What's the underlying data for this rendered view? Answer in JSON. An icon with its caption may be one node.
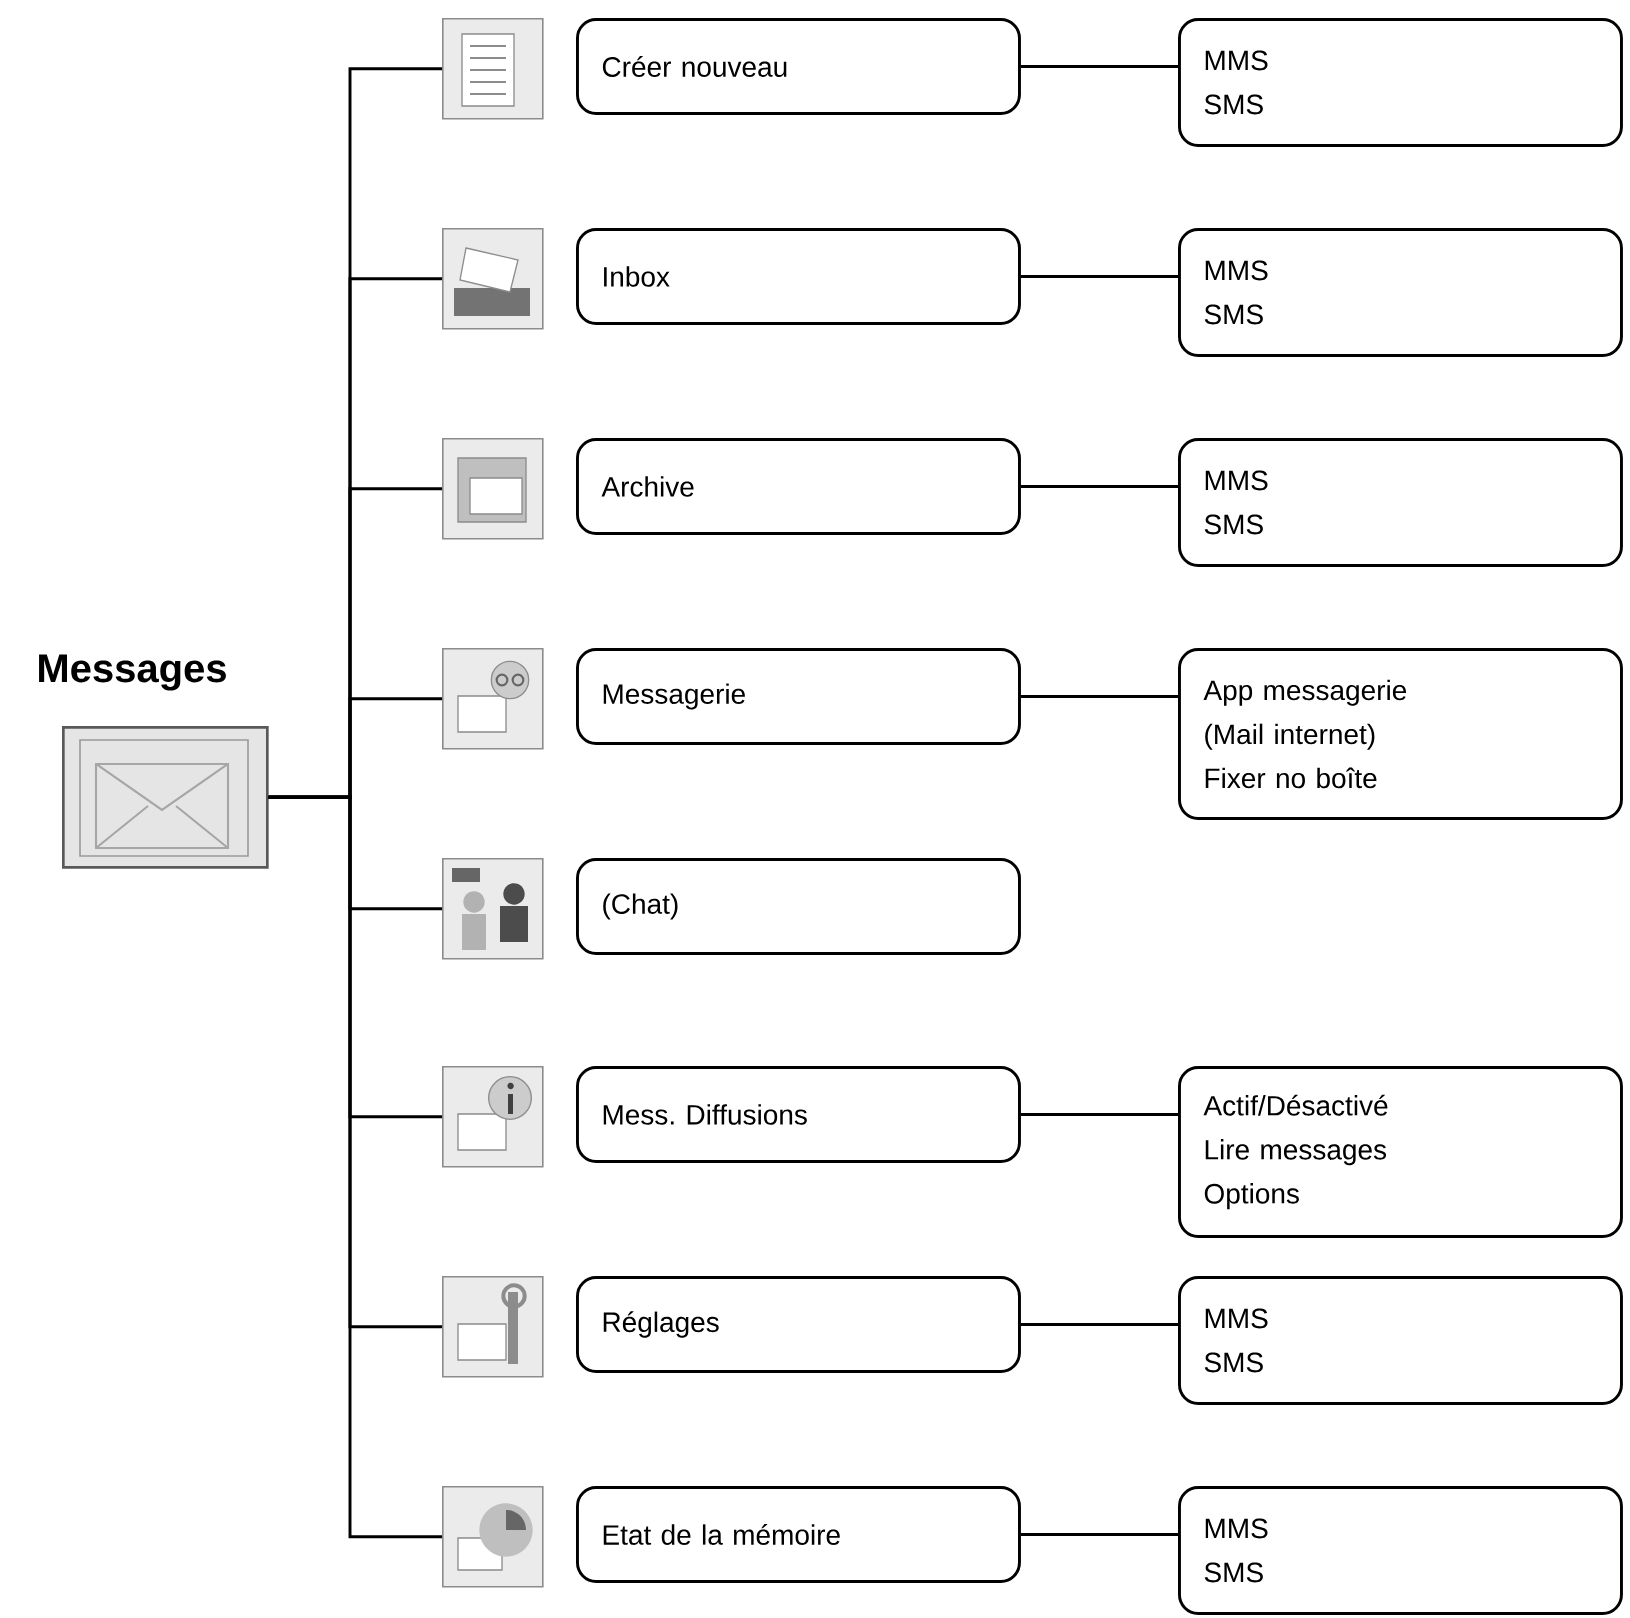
{
  "diagram": {
    "nodes": [
      {
        "text": [
          "Messages"
        ]
      },
      {
        "text": [],
        "shape": "picture"
      },
      {
        "text": [
          "Créer nouveau"
        ]
      },
      {
        "text": [
          "MMS",
          "SMS"
        ]
      },
      {
        "text": [],
        "shape": "picture"
      },
      {
        "text": [
          "Inbox"
        ]
      },
      {
        "text": [
          "MMS",
          "SMS"
        ]
      },
      {
        "text": [],
        "shape": "picture"
      },
      {
        "text": [
          "Archive"
        ]
      },
      {
        "text": [
          "MMS",
          "SMS"
        ]
      },
      {
        "text": [],
        "shape": "picture"
      },
      {
        "text": [
          "Messagerie"
        ]
      },
      {
        "text": [
          "App messagerie",
          "(Mail internet)",
          "Fixer no boîte"
        ]
      },
      {
        "text": [],
        "shape": "picture"
      },
      {
        "text": [
          "(Chat)"
        ]
      },
      {
        "text": [],
        "shape": "picture"
      },
      {
        "text": [
          "Mess. Diffusions"
        ]
      },
      {
        "text": [
          "Actif/Désactivé",
          "Lire messages",
          "Options"
        ]
      },
      {
        "text": [],
        "shape": "picture"
      },
      {
        "text": [
          "Réglages"
        ]
      },
      {
        "text": [
          "MMS",
          "SMS"
        ]
      },
      {
        "text": [],
        "shape": "picture"
      },
      {
        "text": [
          "Etat de la mémoire"
        ]
      },
      {
        "text": [
          "MMS",
          "SMS"
        ]
      }
    ],
    "edges": [
      {
        "from": 0,
        "to": 1,
        "arrow": "none"
      },
      {
        "from": 2,
        "to": 3,
        "arrow": "none"
      },
      {
        "from": 0,
        "to": 4,
        "arrow": "none"
      },
      {
        "from": 5,
        "to": 6,
        "arrow": "none"
      },
      {
        "from": 0,
        "to": 7,
        "arrow": "none"
      },
      {
        "from": 8,
        "to": 9,
        "arrow": "none"
      },
      {
        "from": 0,
        "to": 10,
        "arrow": "none"
      },
      {
        "from": 11,
        "to": 12,
        "arrow": "none"
      },
      {
        "from": 0,
        "to": 13,
        "arrow": "none"
      },
      {
        "from": 0,
        "to": 15,
        "arrow": "none"
      },
      {
        "from": 16,
        "to": 17,
        "arrow": "none"
      },
      {
        "from": 0,
        "to": 18,
        "arrow": "none"
      },
      {
        "from": 19,
        "to": 20,
        "arrow": "none"
      },
      {
        "from": 0,
        "to": 21,
        "arrow": "none"
      },
      {
        "from": 22,
        "to": 23,
        "arrow": "none"
      }
    ]
  }
}
